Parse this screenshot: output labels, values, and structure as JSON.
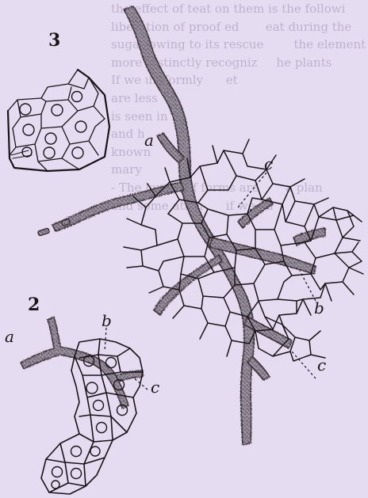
{
  "figure_numbers": {
    "fig3": "3",
    "fig2": "2"
  },
  "labels": {
    "a_main": "a",
    "c_top": "c",
    "b_right": "b",
    "c_right": "c",
    "a_left": "a",
    "b_left": "b",
    "c_left": "c"
  },
  "bleed_through_text": [
    "the effect of teat on them is the followi",
    "liberation of proof ed       eat during the",
    "sugar owing to its rescue        the element",
    "more distinctly recogniz     he plants",
    "If we uniformly      et",
    "are less   a        ",
    "is seen in ",
    "and h    ",
    "known",
    "mary",
    "",
    "",
    "",
    "",
    "",
    "",
    "",
    "",
    "",
    "",
    "",
    "",
    "",
    "",
    "",
    "",
    "",
    "- The layers of forms are       a plan",
    "and some ation      if we   a"
  ],
  "colors": {
    "paper": "#e6dcf2",
    "ink": "#1a1418",
    "hypha_fill": "#8a8290",
    "hypha_edge": "#3a3238"
  }
}
